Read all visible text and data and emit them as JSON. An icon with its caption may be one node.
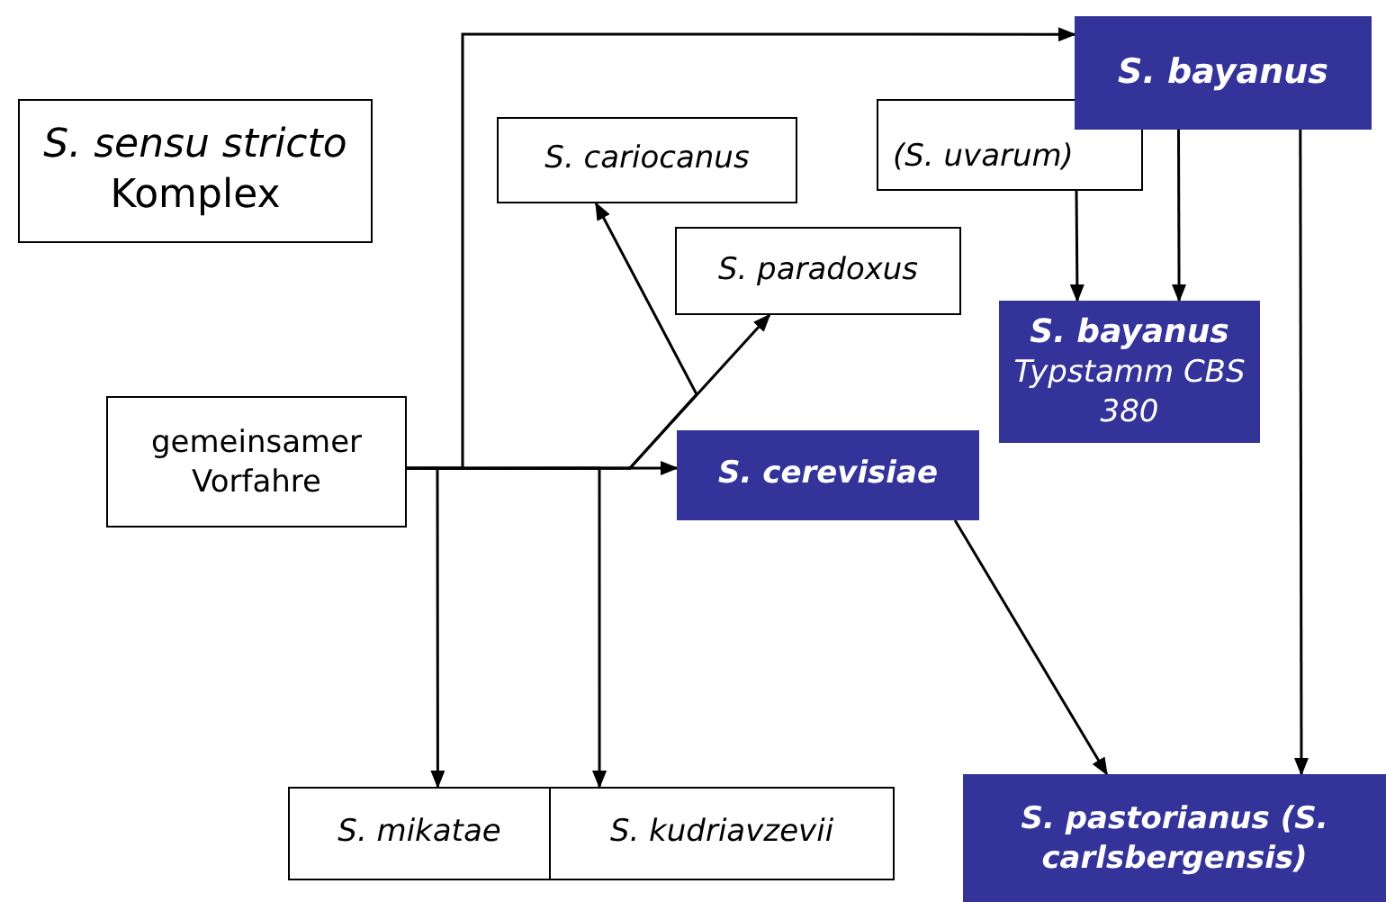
{
  "diagram": {
    "nodes": [
      {
        "text": [
          "*S. sensu stricto* Komplex"
        ]
      },
      {
        "text": [
          "gemeinsamer Vorfahre"
        ]
      },
      {
        "text": [
          "S. cariocanus"
        ]
      },
      {
        "text": [
          "S. paradoxus"
        ]
      },
      {
        "text": [
          "S. cerevisiae"
        ]
      },
      {
        "text": [
          "S. bayanus"
        ]
      },
      {
        "text": [
          "(S. uvarum)"
        ]
      },
      {
        "text": [
          "S. bayanus",
          "Typstamm CBS 380"
        ]
      },
      {
        "text": [
          "S. mikatae"
        ]
      },
      {
        "text": [
          "S. kudriavzevii"
        ]
      },
      {
        "text": [
          "S. pastorianus (S. carlsbergensis)"
        ]
      }
    ],
    "edges": [
      {
        "from": 1,
        "to": 5,
        "arrow": "to"
      },
      {
        "from": 1,
        "to": 4,
        "arrow": "to"
      },
      {
        "from": 1,
        "to": 3,
        "arrow": "to"
      },
      {
        "from": 1,
        "to": 2,
        "arrow": "to"
      },
      {
        "from": 1,
        "to": 8,
        "arrow": "to"
      },
      {
        "from": 1,
        "to": 9,
        "arrow": "to"
      },
      {
        "from": 6,
        "to": 7,
        "arrow": "to"
      },
      {
        "from": 5,
        "to": 7,
        "arrow": "to"
      },
      {
        "from": 5,
        "to": 10,
        "arrow": "to"
      },
      {
        "from": 4,
        "to": 10,
        "arrow": "to"
      }
    ]
  }
}
